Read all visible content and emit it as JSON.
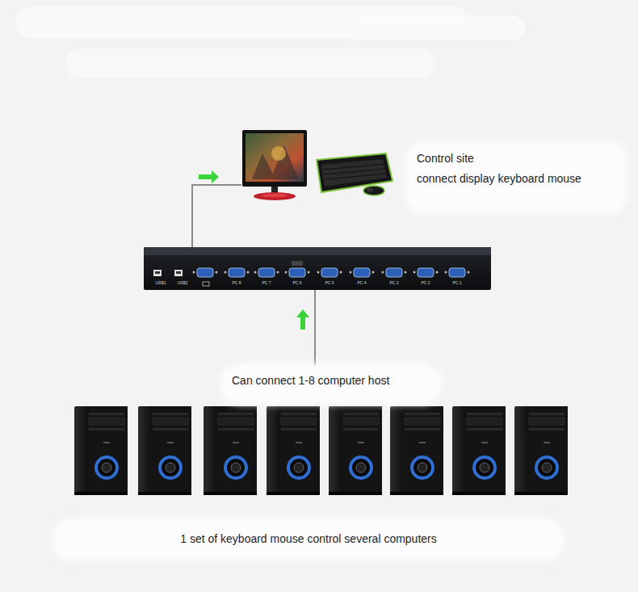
{
  "diagram": {
    "nodes": [
      {
        "text": [
          "Control site",
          "connect display keyboard mouse"
        ]
      },
      {
        "text": [
          "USB1",
          "USB2",
          "PC 8",
          "PC 7",
          "PC 6",
          "PC 5",
          "PC 4",
          "PC 3",
          "PC 2",
          "PC 1"
        ]
      },
      {
        "text": [
          "Can connect 1-8 computer host"
        ]
      },
      {
        "text": [
          "1 set of keyboard mouse control several computers"
        ]
      }
    ],
    "edges": [
      {
        "from": 2,
        "to": 1,
        "arrow": "none"
      }
    ]
  }
}
